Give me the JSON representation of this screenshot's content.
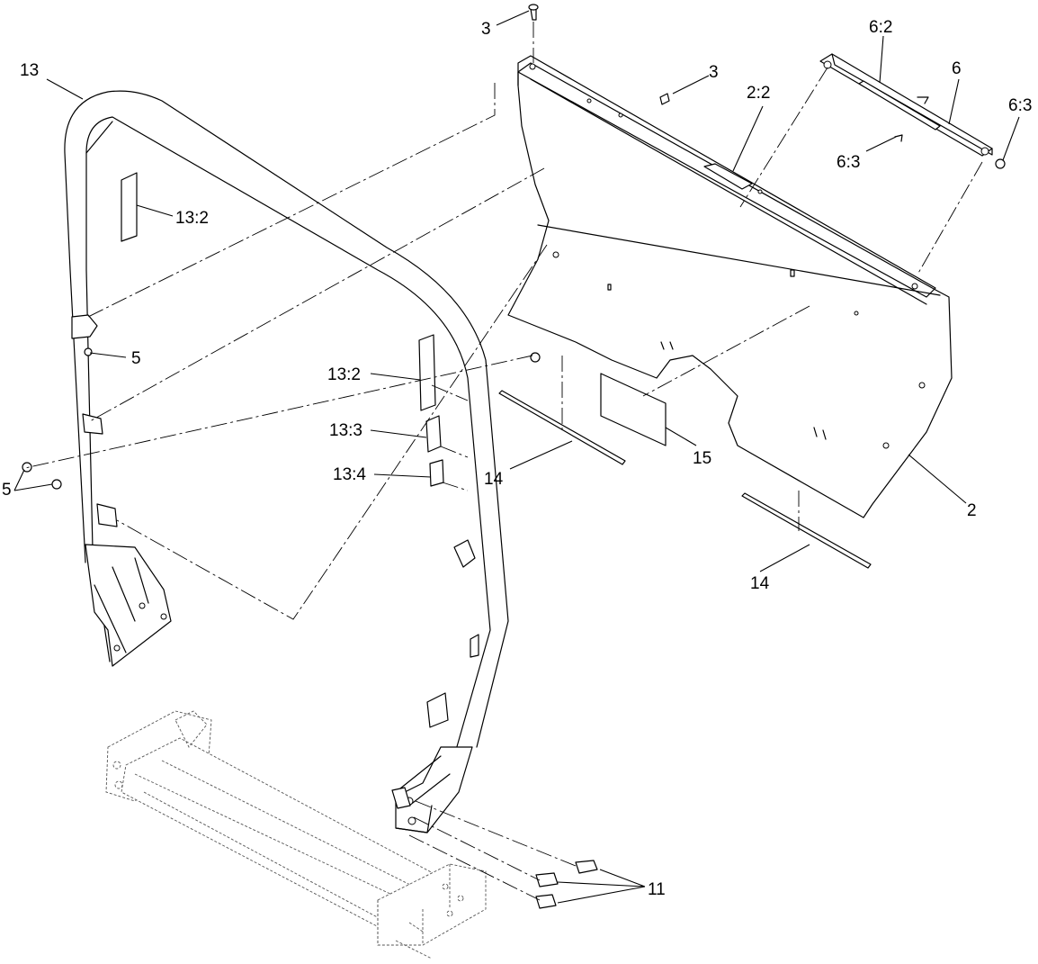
{
  "callouts": {
    "c13": "13",
    "c3_top": "3",
    "c3_mid": "3",
    "c2_2": "2:2",
    "c6_2": "6:2",
    "c6": "6",
    "c6_3_right": "6:3",
    "c6_3_mid": "6:3",
    "c13_2_left": "13:2",
    "c5_right": "5",
    "c5_left": "5",
    "c13_2_mid": "13:2",
    "c13_3": "13:3",
    "c13_4": "13:4",
    "c14_left": "14",
    "c15": "15",
    "c2": "2",
    "c14_right": "14",
    "c11": "11"
  }
}
